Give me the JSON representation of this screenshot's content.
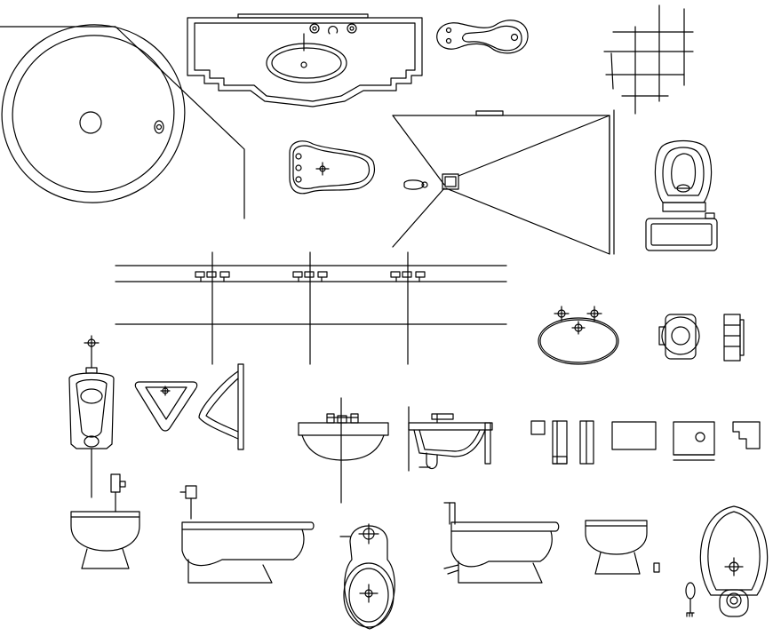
{
  "drawing": {
    "background": "#ffffff",
    "line_color": "#000000",
    "symbols": [
      "corner-bathtub",
      "vanity-sink-countertop",
      "bidet-top-view",
      "tile-grid",
      "toilet-seat-top-view",
      "shower-enclosure-plan",
      "shower-head",
      "floor-drain",
      "toilet-with-tank-plan",
      "wall-faucet-elevation",
      "oval-sink-top-view",
      "toilet-paper-holder",
      "toilet-paper-holder-side",
      "wall-urinal-front",
      "corner-sink-triangle",
      "wall-urinal-side",
      "pedestal-sink-front",
      "sink-section-with-trap",
      "bathroom-accessories-elevation",
      "toilet-front-with-flush-valve",
      "toilet-side-with-flush-valve",
      "toilet-top-view-elongated",
      "toilet-side-with-pipe",
      "toilet-front",
      "bidet-top-view-oval",
      "brush-holder"
    ]
  }
}
